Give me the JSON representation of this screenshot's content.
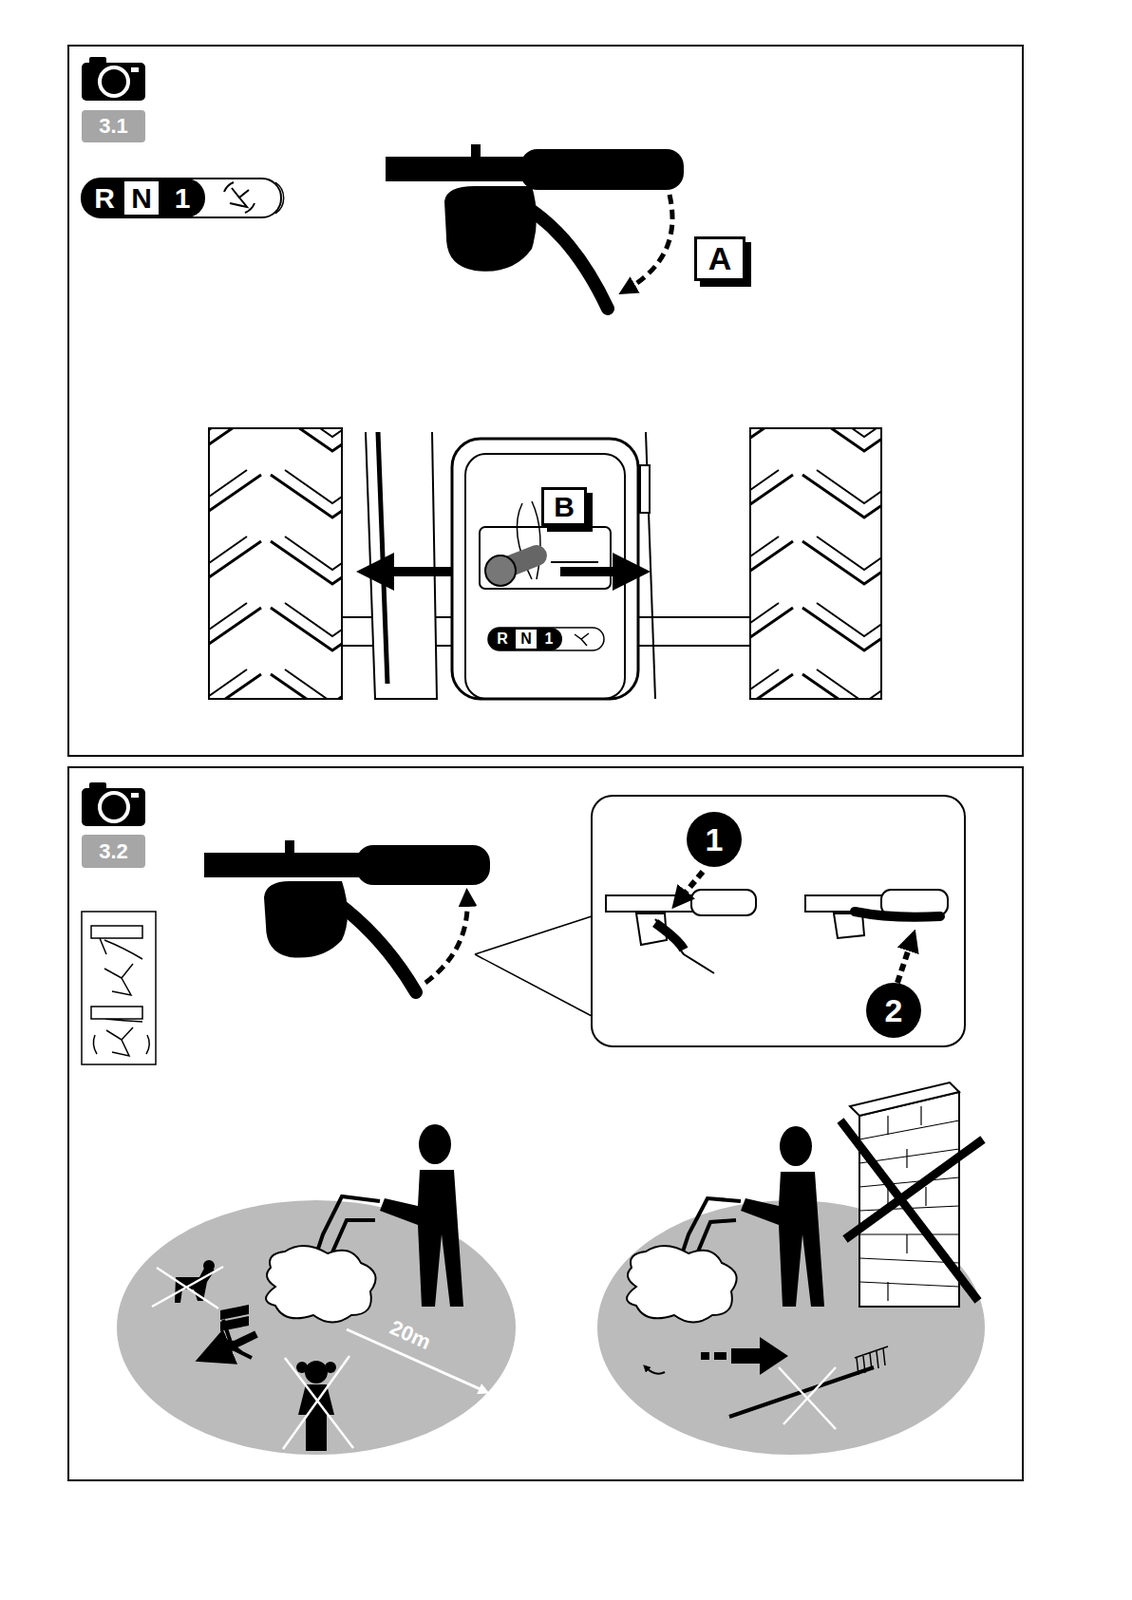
{
  "diagram": {
    "nodes": [
      {
        "text": [
          "3.1"
        ]
      },
      {
        "text": [
          "A"
        ]
      },
      {
        "text": [
          "B"
        ]
      },
      {
        "text": [
          "3.2"
        ]
      },
      {
        "text": [
          "1"
        ]
      },
      {
        "text": [
          "2"
        ]
      }
    ],
    "labels": [
      "R",
      "N",
      "1",
      "R",
      "N",
      "1",
      "20m"
    ]
  }
}
